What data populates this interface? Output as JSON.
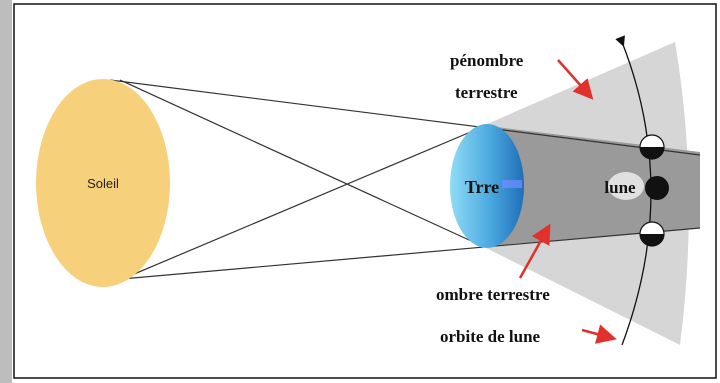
{
  "labels": {
    "sun": "Soleil",
    "earth": "Trre",
    "moon": "lune",
    "penumbra_line1": "pénombre",
    "penumbra_line2": "terrestre",
    "umbra": "ombre terrestre",
    "orbit": "orbite de lune"
  },
  "colors": {
    "sun": "#f7d07c",
    "earth_light": "#7dd3f0",
    "earth_dark": "#2a7fc4",
    "umbra": "#9a9a9a",
    "penumbra": "#d6d6d6",
    "arrow": "#e0322a",
    "frame": "#111111",
    "left_strip": "#bdbdbd"
  }
}
